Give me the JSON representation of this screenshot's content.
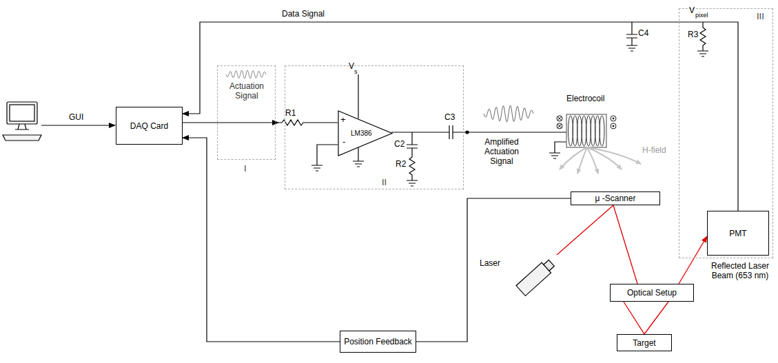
{
  "diagram": {
    "nodes": [
      {
        "text": [
          "DAQ Card"
        ]
      },
      {
        "text": [
          "Actuation Signal",
          "I"
        ]
      },
      {
        "text": [
          "II"
        ]
      },
      {
        "text": [
          "LM386"
        ],
        "in": 2
      },
      {
        "text": [
          "III"
        ]
      },
      {
        "text": [
          "PMT"
        ],
        "in": 4
      },
      {
        "text": [
          "μ -Scanner"
        ]
      },
      {
        "text": [
          "Optical Setup"
        ]
      },
      {
        "text": [
          "Target"
        ]
      },
      {
        "text": [
          "Position Feedback"
        ]
      }
    ],
    "edges": [
      {
        "from": 6,
        "to": 9,
        "arrow": "none"
      },
      {
        "from": 9,
        "to": 0,
        "arrow": "to"
      },
      {
        "from": 5,
        "to": 0,
        "label": "Data Signal",
        "arrow": "to"
      },
      {
        "from": 6,
        "to": 7,
        "arrow": "none"
      },
      {
        "from": 7,
        "to": 8,
        "arrow": "none"
      },
      {
        "from": 7,
        "to": 5,
        "arrow": "to"
      }
    ],
    "labels": [
      "GUI",
      "R1",
      "V",
      "s",
      "+",
      "-",
      "C2",
      "R2",
      "C3",
      "Amplified Actuation Signal",
      "Electrocoil",
      "H-field",
      "C4",
      "V",
      "pixel",
      "R3",
      "Laser",
      "Reflected Laser Beam (653 nm)"
    ]
  }
}
